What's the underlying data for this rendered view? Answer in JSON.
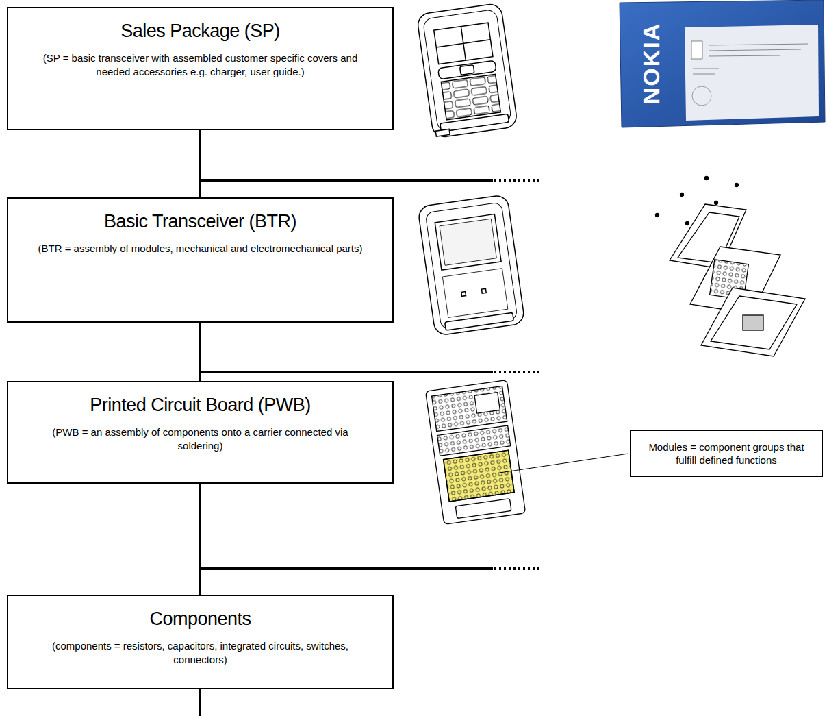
{
  "diagram": {
    "nodes": [
      {
        "text": [
          "Sales Package (SP)",
          "(SP = basic transceiver with assembled customer specific covers and  needed accessories e.g. charger, user guide.)"
        ]
      },
      {
        "text": [
          "Basic Transceiver (BTR)",
          "(BTR = assembly of modules, mechanical and electromechanical parts)"
        ]
      },
      {
        "text": [
          "Printed Circuit Board (PWB)",
          "(PWB = an assembly of components onto a carrier connected via soldering)"
        ]
      },
      {
        "text": [
          "Components",
          "(components = resistors, capacitors, integrated circuits, switches, connectors)"
        ]
      },
      {
        "text": [
          "Modules = component groups that fulfill defined functions"
        ]
      }
    ],
    "edges": [
      {
        "from": 0,
        "to": 1,
        "arrow": "none"
      },
      {
        "from": 1,
        "to": 2,
        "arrow": "none"
      },
      {
        "from": 2,
        "to": 3,
        "arrow": "none"
      }
    ],
    "labels": [
      "NOKIA"
    ]
  }
}
